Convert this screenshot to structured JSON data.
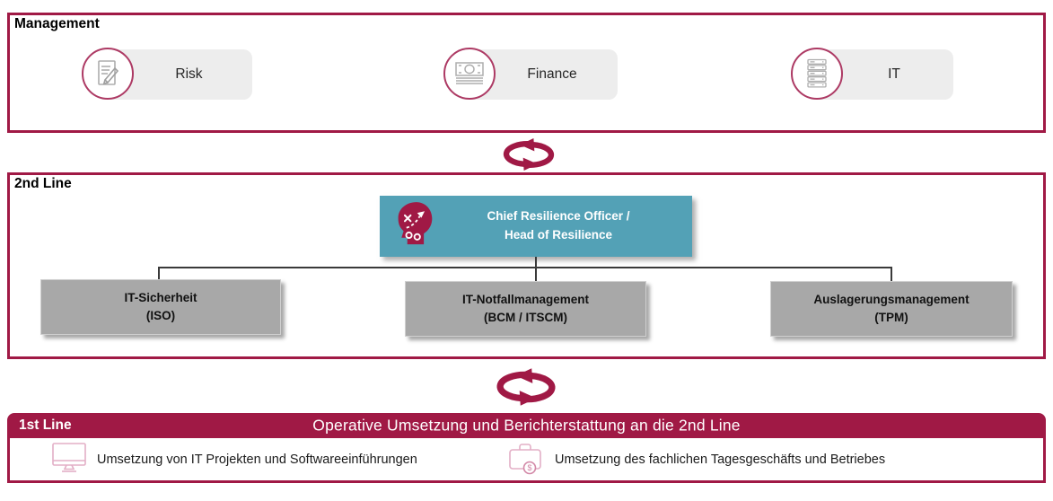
{
  "colors": {
    "crimson": "#A01945",
    "teal": "#53A1B6",
    "grey_box": "#A8A8A8",
    "pill_grey": "#EDEDED"
  },
  "management": {
    "label": "Management",
    "items": [
      {
        "label": "Risk",
        "icon": "document-pencil-icon"
      },
      {
        "label": "Finance",
        "icon": "banknotes-icon"
      },
      {
        "label": "IT",
        "icon": "server-stack-icon"
      }
    ]
  },
  "sync_arrows": {
    "icon": "cycle-arrows-icon"
  },
  "second_line": {
    "label": "2nd Line",
    "lead": {
      "icon": "strategy-head-icon",
      "line1": "Chief Resilience Officer /",
      "line2": "Head of Resilience"
    },
    "units": [
      {
        "line1": "IT-Sicherheit",
        "line2": "(ISO)"
      },
      {
        "line1": "IT-Notfallmanagement",
        "line2": "(BCM / ITSCM)"
      },
      {
        "line1": "Auslagerungsmanagement",
        "line2": "(TPM)"
      }
    ]
  },
  "first_line": {
    "label": "1st Line",
    "header": "Operative Umsetzung und Berichterstattung an die 2nd Line",
    "items": [
      {
        "label": "Umsetzung von IT Projekten und Softwareeinführungen",
        "icon": "monitor-icon"
      },
      {
        "label": "Umsetzung des fachlichen Tagesgeschäfts und Betriebes",
        "icon": "briefcase-dollar-icon"
      }
    ]
  }
}
